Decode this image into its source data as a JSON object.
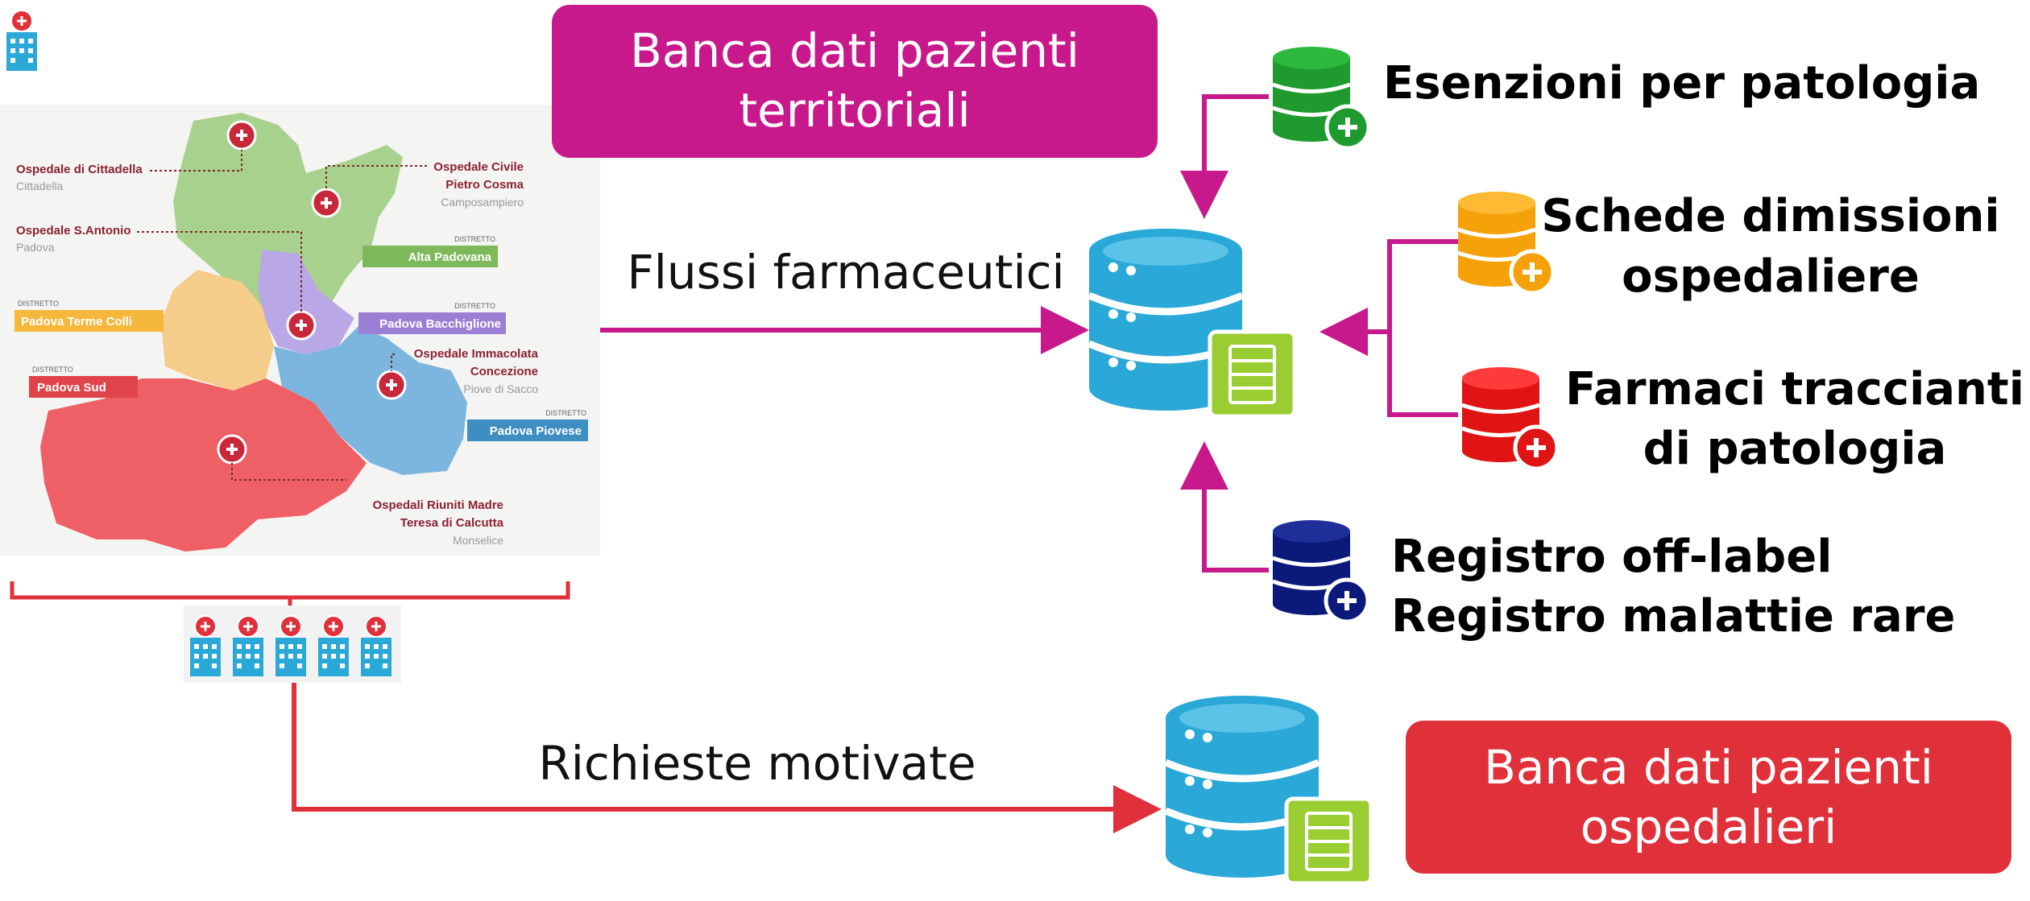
{
  "boxes": {
    "territorial": {
      "line1": "Banca dati pazienti",
      "line2": "territoriali",
      "color": "#C8198C"
    },
    "hospital": {
      "line1": "Banca dati pazienti",
      "line2": "ospedalieri",
      "color": "#E0303A"
    }
  },
  "flows": {
    "pharma": "Flussi farmaceutici",
    "requests": "Richieste motivate"
  },
  "sources": {
    "exemptions": "Esenzioni per patologia",
    "discharge": {
      "line1": "Schede dimissioni",
      "line2": "ospedaliere"
    },
    "tracer": {
      "line1": "Farmaci traccianti",
      "line2": "di patologia"
    },
    "registries": {
      "line1": "Registro off-label",
      "line2": "Registro malattie rare"
    }
  },
  "map": {
    "hospitals": [
      {
        "name": "Ospedale di Cittadella",
        "place": "Cittadella"
      },
      {
        "name1": "Ospedale Civile",
        "name2": "Pietro Cosma",
        "place": "Camposampiero"
      },
      {
        "name": "Ospedale S.Antonio",
        "place": "Padova"
      },
      {
        "name1": "Ospedale Immacolata",
        "name2": "Concezione",
        "place": "Piove di Sacco"
      },
      {
        "name1": "Ospedali Riuniti Madre",
        "name2": "Teresa di Calcutta",
        "place": "Monselice"
      }
    ],
    "district_tag": "DISTRETTO",
    "districts": [
      {
        "name": "Alta Padovana",
        "color": "#7DB85A"
      },
      {
        "name": "Padova Terme Colli",
        "color": "#F5B83D"
      },
      {
        "name": "Padova Bacchiglione",
        "color": "#9B7FD4"
      },
      {
        "name": "Padova Sud",
        "color": "#E0444A"
      },
      {
        "name": "Padova Piovese",
        "color": "#3E8EC2"
      }
    ]
  },
  "colors": {
    "magenta": "#C8198C",
    "red": "#E0303A",
    "db_blue": "#2AA8D8",
    "db_green_badge": "#9ACD32",
    "src_green": "#1E9A2E",
    "src_orange": "#F5A20A",
    "src_red": "#E01414",
    "src_navy": "#0B1A7A"
  }
}
